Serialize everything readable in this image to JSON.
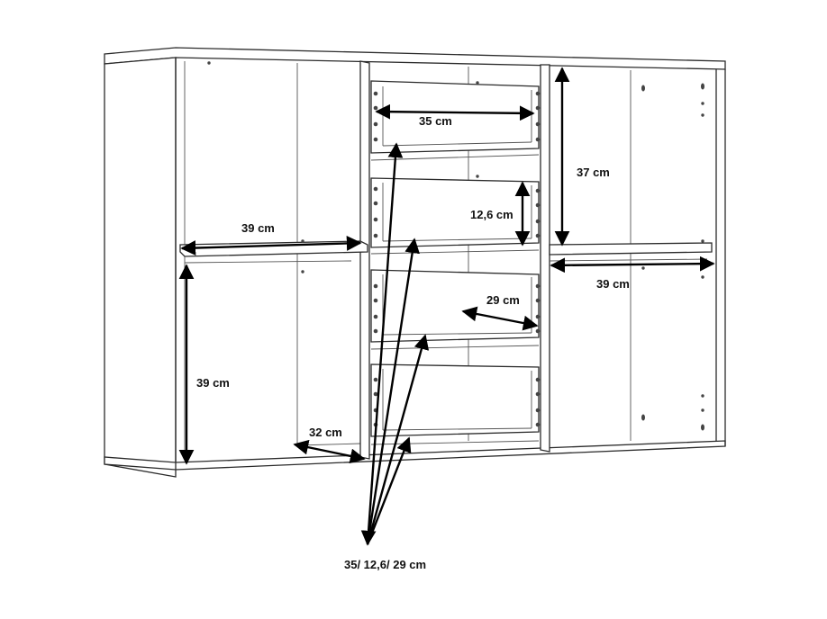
{
  "dimensions": {
    "drawer_width": "35 cm",
    "drawer_height": "12,6 cm",
    "drawer_depth": "29 cm",
    "right_upper_height": "37 cm",
    "right_width": "39 cm",
    "left_width": "39 cm",
    "left_lower_height": "39 cm",
    "left_depth": "32 cm",
    "drawer_summary": "35/ 12,6/ 29 cm"
  },
  "colors": {
    "line": "#2b2b2b",
    "arrow": "#000000"
  }
}
